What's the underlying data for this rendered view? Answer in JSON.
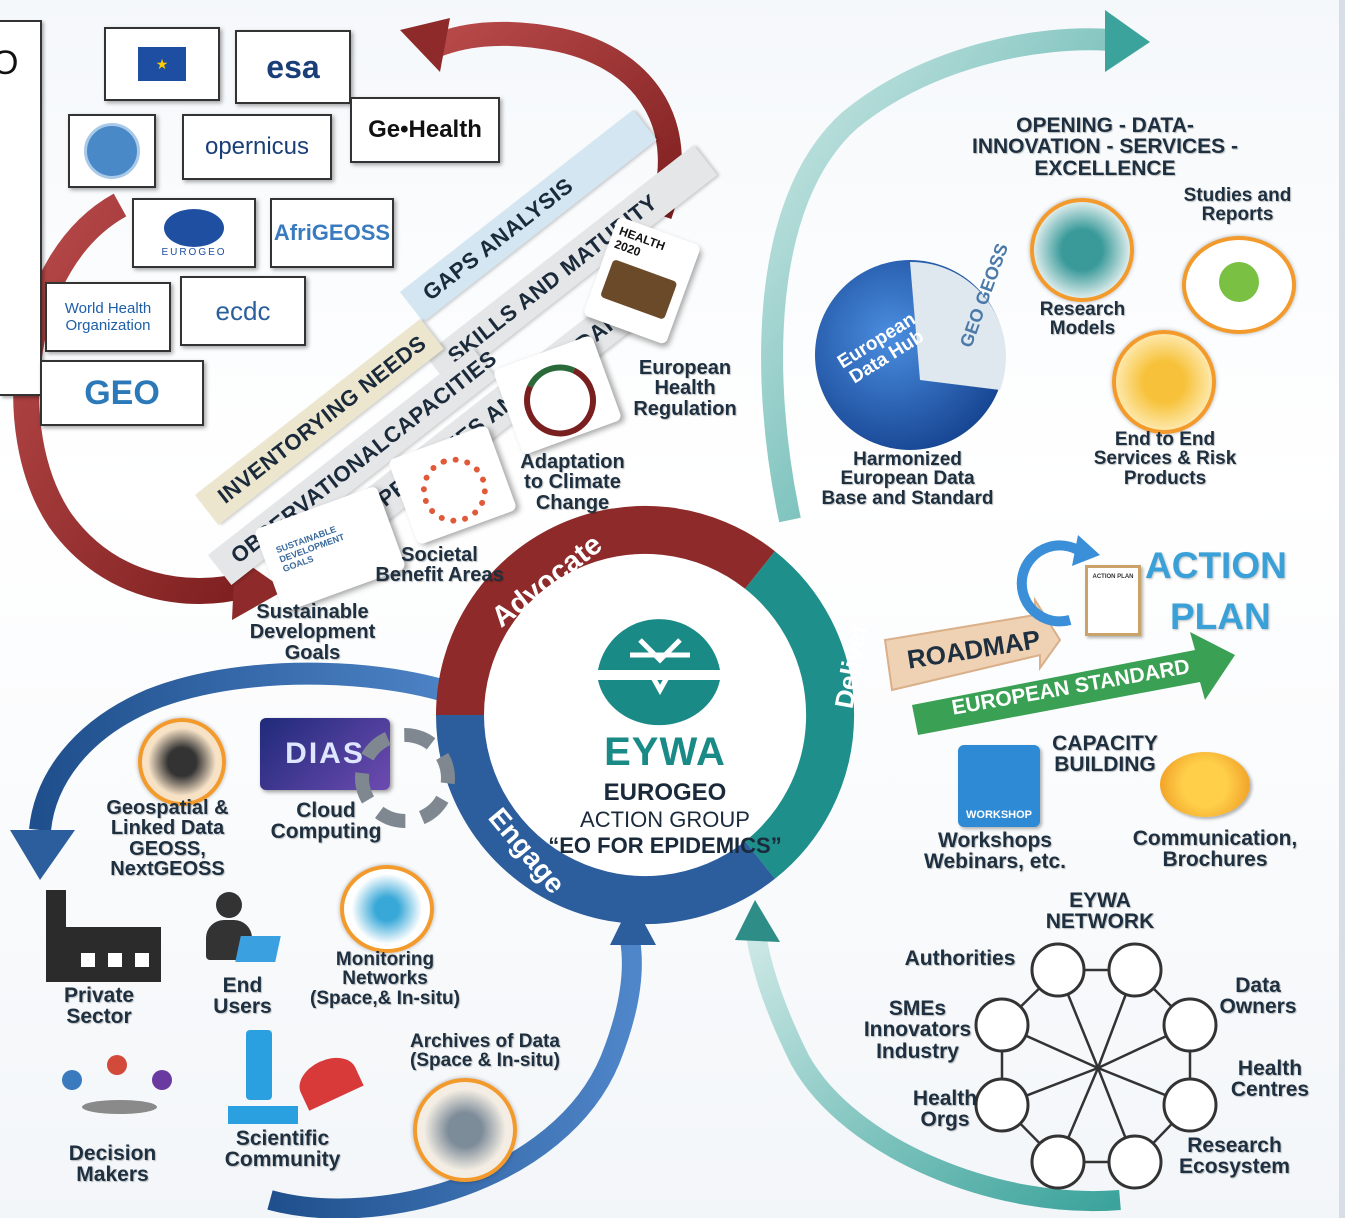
{
  "title_partial": "O",
  "logos": {
    "esa": "esa",
    "copernicus": "opernicus",
    "geohealth": "Ge•Health",
    "eurogeo": "EUROGEO",
    "afrigeoss": "AfriGEOSS",
    "who_line1": "World Health",
    "who_line2": "Organization",
    "ecdc": "ecdc",
    "geo": "GEO"
  },
  "bands": {
    "gaps": "GAPS ANALYSIS",
    "skills": "SKILLS AND MATURITY",
    "priorities": "PRIORITIES AND STANDARDS",
    "inventory": "INVENTORYING NEEDS",
    "observational": "OBSERVATIONALCAPACITIES"
  },
  "advocate_items": {
    "euro_health": [
      "European",
      "Health",
      "Regulation"
    ],
    "climate": [
      "Adaptation",
      "to Climate",
      "Change"
    ],
    "societal": [
      "Societal",
      "Benefit Areas"
    ],
    "sdg": [
      "Sustainable",
      "Development",
      "Goals"
    ],
    "health_doc": "HEALTH 2020",
    "sdg_doc": "SUSTAINABLE DEVELOPMENT GOALS"
  },
  "ring": {
    "advocate": "Advocate",
    "deliver": "Deliver",
    "engage": "Engage"
  },
  "center": {
    "eywa": "EYWA",
    "eurogeo": "EUROGEO",
    "action_group": "ACTION GROUP",
    "eo": "“EO FOR EPIDEMICS”"
  },
  "deliver_top": {
    "opening": [
      "OPENING - DATA-",
      "INNOVATION  - SERVICES -",
      "EXCELLENCE"
    ],
    "studies": [
      "Studies and",
      "Reports"
    ],
    "research": [
      "Research",
      "Models"
    ],
    "end_to_end": [
      "End to End",
      "Services & Risk",
      "Products"
    ],
    "hub": [
      "European",
      "Data Hub"
    ],
    "hub_disk": "GEO GEOSS",
    "harmonized": [
      "Harmonized",
      "European Data",
      "Base and Standard"
    ]
  },
  "action": {
    "action": "ACTION",
    "plan": "PLAN",
    "roadmap": "ROADMAP",
    "standard": "EUROPEAN STANDARD",
    "clipboard": "ACTION PLAN"
  },
  "capacity": {
    "title": [
      "CAPACITY",
      "BUILDING"
    ],
    "workshop_badge": "WORKSHOP",
    "workshops": [
      "Workshops",
      "Webinars, etc."
    ],
    "communication": [
      "Communication,",
      "Brochures"
    ]
  },
  "network": {
    "title": [
      "EYWA",
      "NETWORK"
    ],
    "authorities": "Authorities",
    "smes": [
      "SMEs",
      "Innovators",
      "Industry"
    ],
    "health_orgs": [
      "Health",
      "Orgs"
    ],
    "data_owners": [
      "Data",
      "Owners"
    ],
    "health_centres": [
      "Health",
      "Centres"
    ],
    "research_eco": [
      "Research",
      "Ecosystem"
    ]
  },
  "engage_items": {
    "geospatial": [
      "Geospatial &",
      "Linked Data",
      "GEOSS,",
      "NextGEOSS"
    ],
    "dias": "DIAS",
    "cloud": [
      "Cloud",
      "Computing"
    ],
    "monitoring": [
      "Monitoring",
      "Networks",
      "(Space,& In-situ)"
    ],
    "private": [
      "Private",
      "Sector"
    ],
    "end_users": [
      "End",
      "Users"
    ],
    "archives": [
      "Archives of Data",
      "(Space & In-situ)"
    ],
    "decision": [
      "Decision",
      "Makers"
    ],
    "scientific": [
      "Scientific",
      "Community"
    ]
  },
  "colors": {
    "advocate_red": "#8e2a2a",
    "teal": "#1e8f8a",
    "navy": "#2c5d9c",
    "orange": "#f39a2c",
    "dark_text": "#1e2f3f",
    "action_blue": "#3aa0d8",
    "roadmap_bg": "#efd2b4",
    "standard_green": "#3aa053"
  }
}
